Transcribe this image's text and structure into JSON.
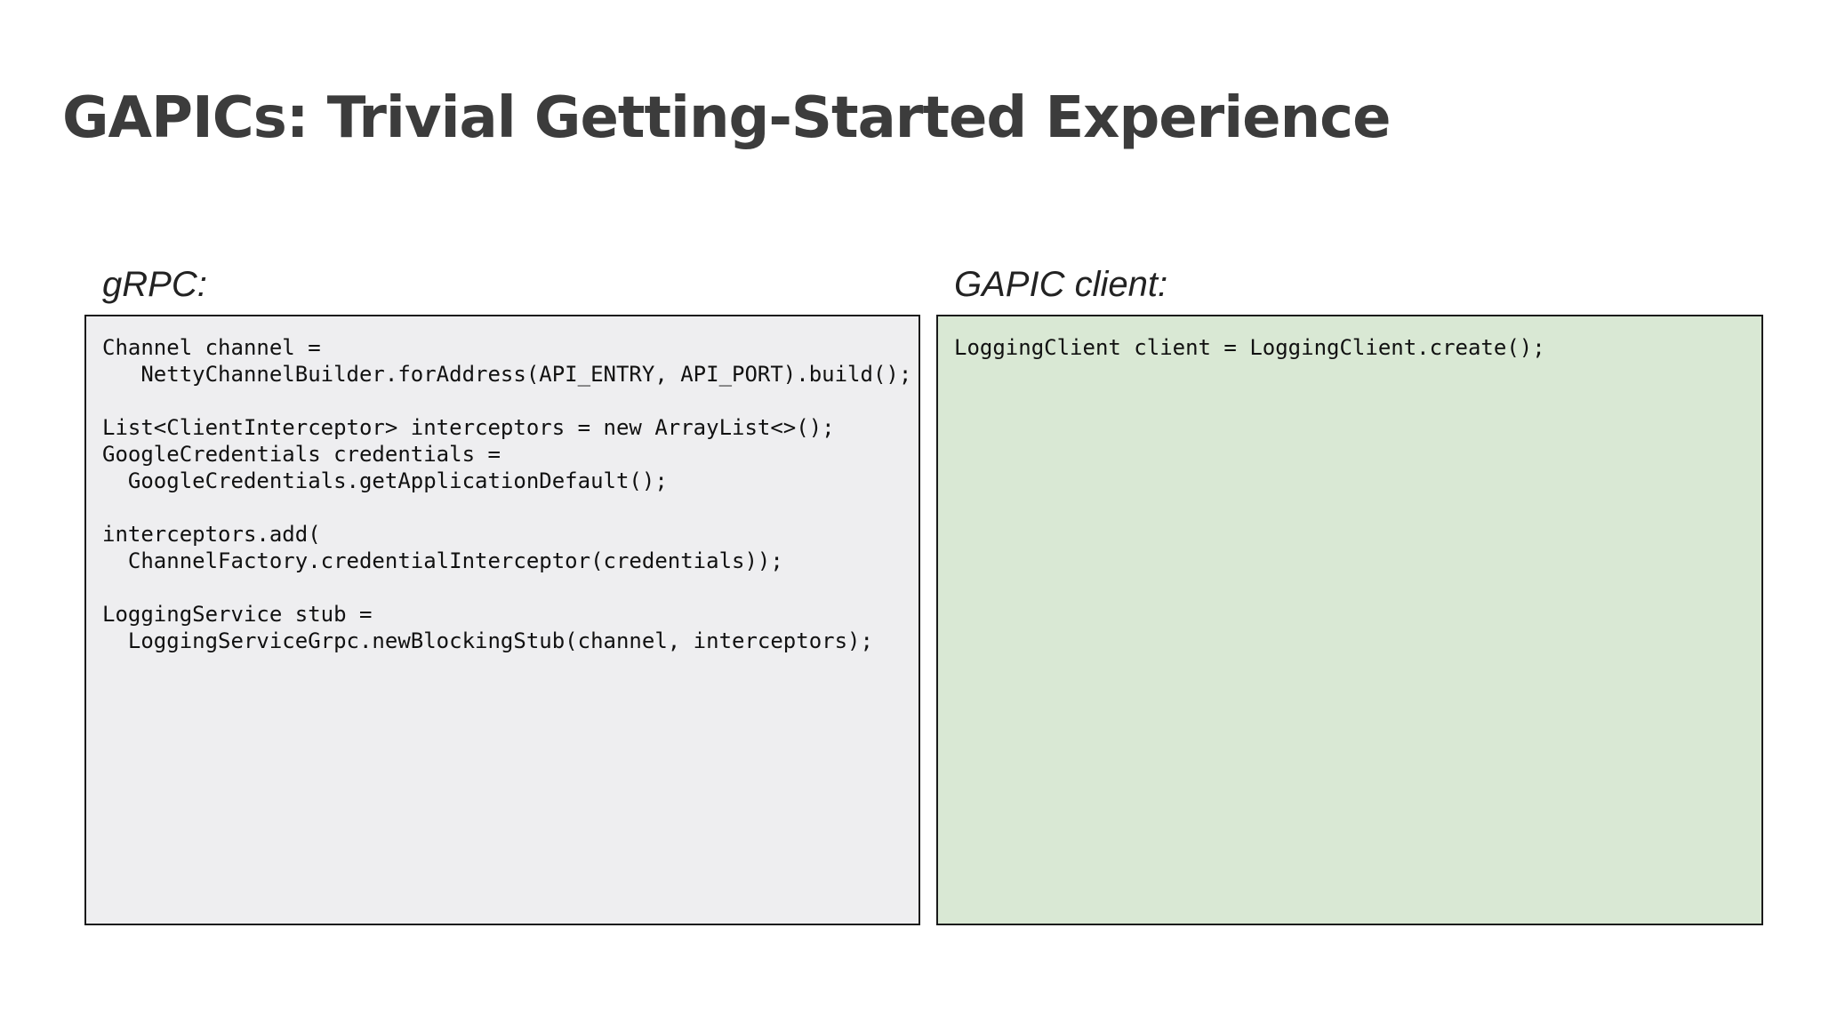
{
  "slide": {
    "title": "GAPICs: Trivial Getting-Started Experience"
  },
  "panels": {
    "grpc": {
      "label": "gRPC:",
      "code": "Channel channel =\n   NettyChannelBuilder.forAddress(API_ENTRY, API_PORT).build();\n\nList<ClientInterceptor> interceptors = new ArrayList<>();\nGoogleCredentials credentials =\n  GoogleCredentials.getApplicationDefault();\n\ninterceptors.add(\n  ChannelFactory.credentialInterceptor(credentials));\n\nLoggingService stub =\n  LoggingServiceGrpc.newBlockingStub(channel, interceptors);"
    },
    "gapic": {
      "label": "GAPIC client:",
      "code": "LoggingClient client = LoggingClient.create();"
    }
  },
  "colors": {
    "title": "#3c3c3c",
    "grpc_panel_bg": "#eeeef0",
    "gapic_panel_bg": "#d9e8d4",
    "panel_border": "#1a1a1a"
  }
}
